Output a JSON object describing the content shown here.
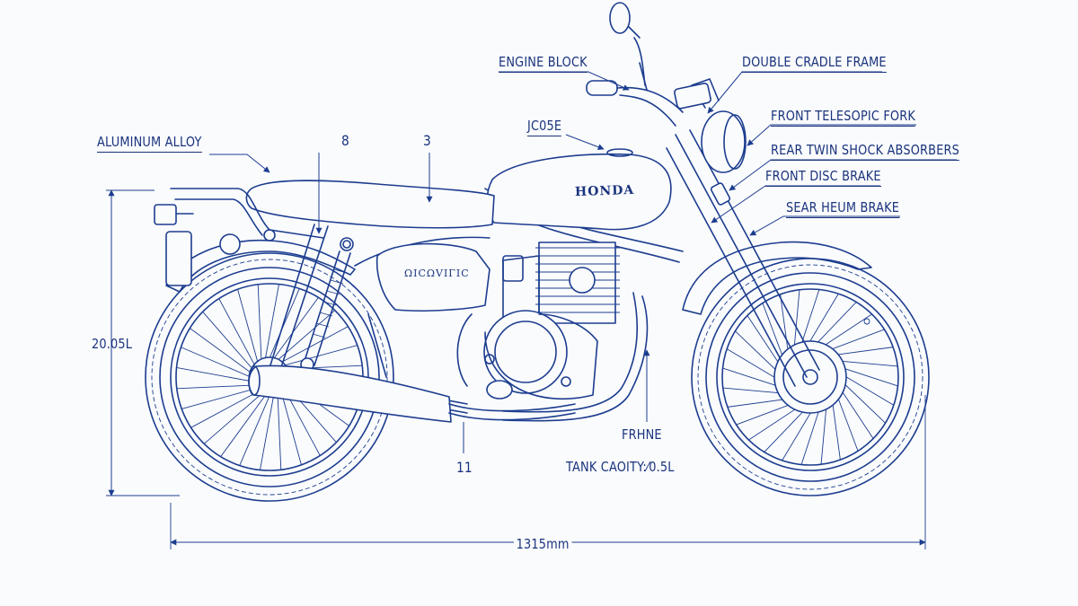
{
  "labels": {
    "engine_block": "ENGINE BLOCK",
    "double_cradle_frame": "DOUBLE CRADLE FRAME",
    "front_telescopic_fork": "FRONT TELESOPIC FORK",
    "rear_shocks": "REAR TWIN SHOCK ABSORBERS",
    "front_disc_brake": "FRONT DISC BRAKE",
    "rear_drum_brake": "SEAR HEUM BRAKE",
    "aluminum_alloy": "ALUMINUM ALLOY",
    "code": "JC05E",
    "callout_8": "8",
    "callout_3": "3",
    "callout_11": "11",
    "frame": "FRНNE",
    "tank_capacity": "TANK CAOITY:⁄0.5L"
  },
  "dimensions": {
    "height": "20.05L",
    "length": "1315mm"
  },
  "branding": {
    "tank_logo": "HONDA",
    "side_cover": "ΩΙCΩVΙΓΙC"
  },
  "colors": {
    "ink": "#1c3d8f",
    "paper": "#fafbfd"
  }
}
